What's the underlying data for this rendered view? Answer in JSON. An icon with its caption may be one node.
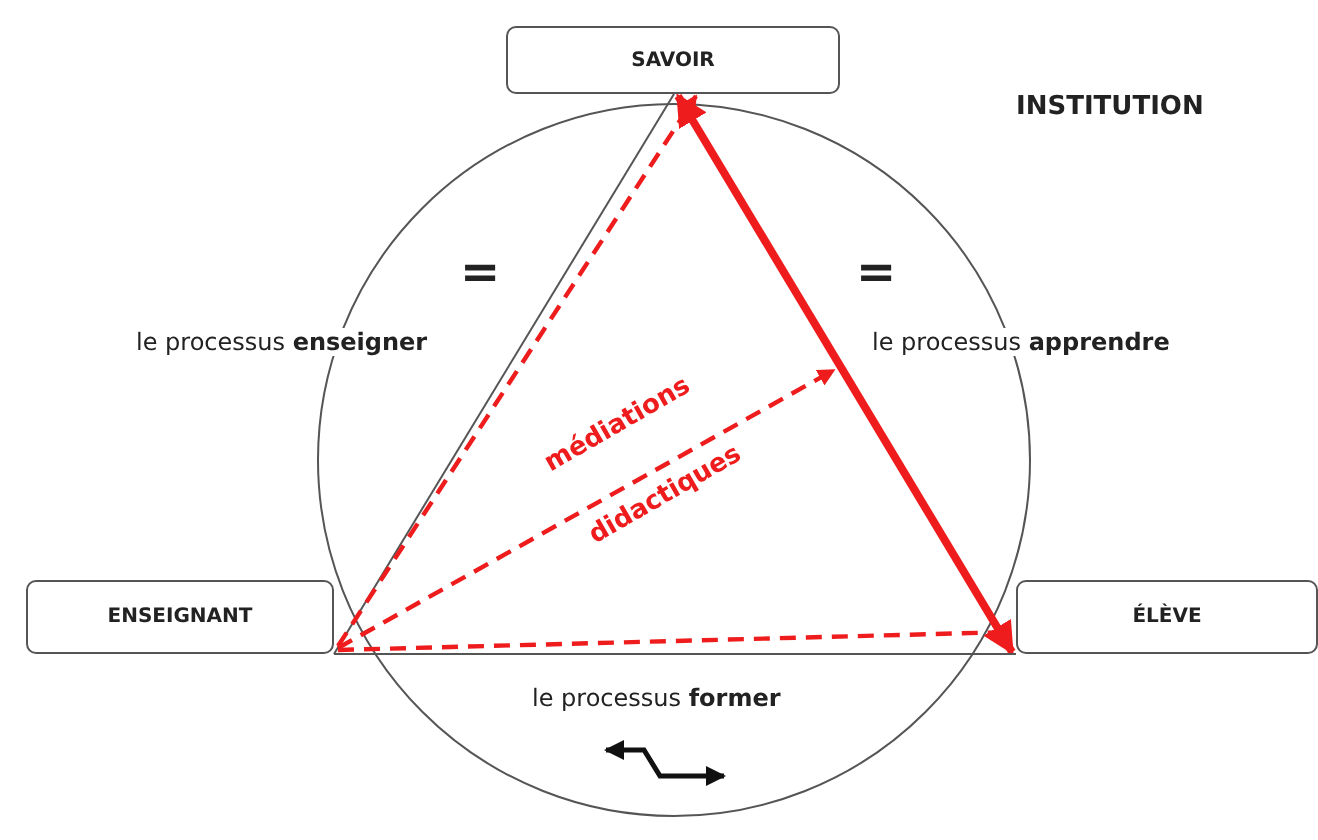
{
  "diagram": {
    "nodes": [
      {
        "text": [
          "SAVOIR"
        ]
      },
      {
        "text": [
          "ENSEIGNANT"
        ]
      },
      {
        "text": [
          "ÉLÈVE"
        ]
      }
    ],
    "edges": [
      {
        "from": 1,
        "to": 0,
        "arrow": "none",
        "color": "#555555"
      },
      {
        "from": 0,
        "to": 2,
        "arrow": "both",
        "style": "thick",
        "color": "#ee1c1c"
      },
      {
        "from": 1,
        "to": 2,
        "arrow": "none",
        "color": "#555555"
      },
      {
        "from": 1,
        "to": 0,
        "arrow": "to",
        "style": "dashed",
        "color": "#ee1c1c"
      },
      {
        "from": 1,
        "to": null,
        "arrow": "to",
        "style": "dashed",
        "color": "#ee1c1c"
      },
      {
        "from": 1,
        "to": 2,
        "arrow": "to",
        "style": "dashed",
        "color": "#ee1c1c"
      }
    ],
    "labels": [
      "INSTITUTION",
      "=",
      "=",
      "le processus **enseigner**",
      "le processus **apprendre**",
      "médiations",
      "didactiques",
      "le processus **former**"
    ]
  }
}
